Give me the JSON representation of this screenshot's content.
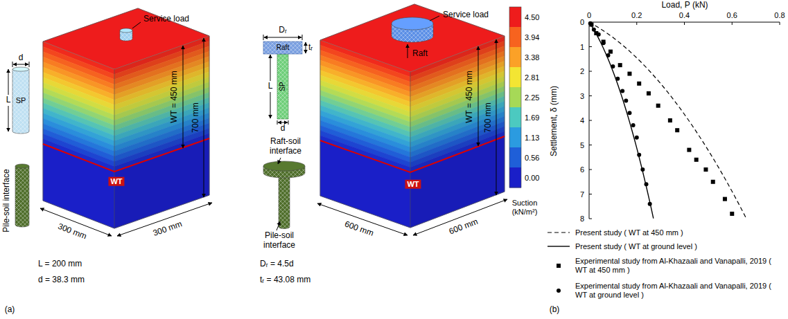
{
  "diagram": {
    "labels": [
      "Service load",
      "d",
      "L",
      "SP",
      "WT = 450 mm",
      "700 mm",
      "WT",
      "Pile-soil interface",
      "300 mm",
      "300 mm",
      "L = 200 mm",
      "d = 38.3 mm",
      "(a)",
      "Dᵣ",
      "tᵣ",
      "Raft",
      "L",
      "SP",
      "d",
      "Raft-soil interface",
      "Pile-soil interface",
      "Dᵣ = 4.5d",
      "tᵣ = 43.08 mm",
      "Service load",
      "Raft",
      "WT = 450 mm",
      "700 mm",
      "WT",
      "600 mm",
      "600 mm",
      "Suction (kN/m²)",
      "Load, P (kN)",
      "0",
      "0.2",
      "0.4",
      "0.6",
      "0.8",
      "0",
      "1",
      "2",
      "3",
      "4",
      "5",
      "6",
      "7",
      "8",
      "Settlement, δ (mm)",
      "(b)"
    ],
    "legend": [
      {
        "text": "4.50",
        "color": "#ee1c1c"
      },
      {
        "text": "3.94",
        "color": "#f7631f"
      },
      {
        "text": "3.38",
        "color": "#fba127"
      },
      {
        "text": "2.81",
        "color": "#f3e533"
      },
      {
        "text": "2.25",
        "color": "#a6d957"
      },
      {
        "text": "1.69",
        "color": "#4cc9c0"
      },
      {
        "text": "1.13",
        "color": "#2b9be0"
      },
      {
        "text": "0.56",
        "color": "#1f5fd8"
      },
      {
        "text": "0.00",
        "color": "#1a1fc8"
      },
      {
        "text": "Present study ( WT at 450 mm )"
      },
      {
        "text": "Present study ( WT at ground level )"
      },
      {
        "text": "Experimental study from Al-Khazaali and Vanapalli, 2019 ( WT at 450 mm )"
      },
      {
        "text": "Experimental study from Al-Khazaali and Vanapalli, 2019 ( WT at ground level )"
      }
    ]
  }
}
